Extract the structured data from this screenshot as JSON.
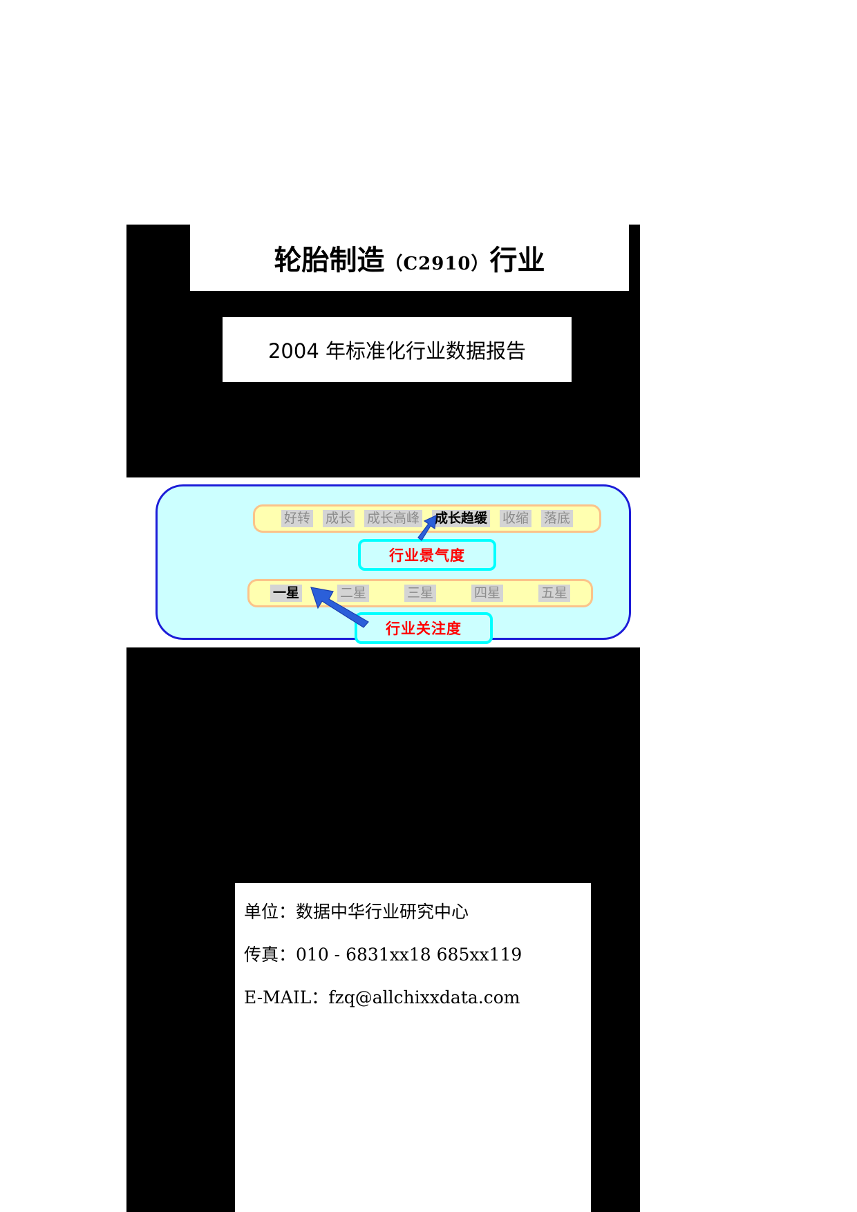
{
  "document": {
    "title_main_prefix": "轮胎制造",
    "title_code": "（C2910）",
    "title_main_suffix": "行业",
    "subtitle": "2004 年标准化行业数据报告"
  },
  "diagram": {
    "prosperity": {
      "caption": "行业景气度",
      "options": [
        "好转",
        "成长",
        "成长高峰",
        "成长趋缓",
        "收缩",
        "落底"
      ],
      "selected": "成长趋缓",
      "selected_index": 3
    },
    "attention": {
      "caption": "行业关注度",
      "options": [
        "一星",
        "二星",
        "三星",
        "四星",
        "五星"
      ],
      "selected": "一星",
      "selected_index": 0
    },
    "colors": {
      "panel_fill": "#ccffff",
      "panel_border": "#1c1cd8",
      "option_bar_fill": "#ffffb0",
      "option_bar_border": "#fbc38a",
      "option_chip_fill": "#d4d4d4",
      "option_chip_text": "#8c8c8c",
      "option_chip_text_active": "#000000",
      "caption_border": "#00ffff",
      "caption_text": "#ff0000",
      "arrow": "#2b5fd9"
    }
  },
  "contact": {
    "org_label": "单位：",
    "org_value": "数据中华行业研究中心",
    "fax_label": "传真：",
    "fax_value": "010 - 6831xx18  685xx119",
    "email_label": "E-MAIL：",
    "email_value": "fzq@allchixxdata.com"
  }
}
